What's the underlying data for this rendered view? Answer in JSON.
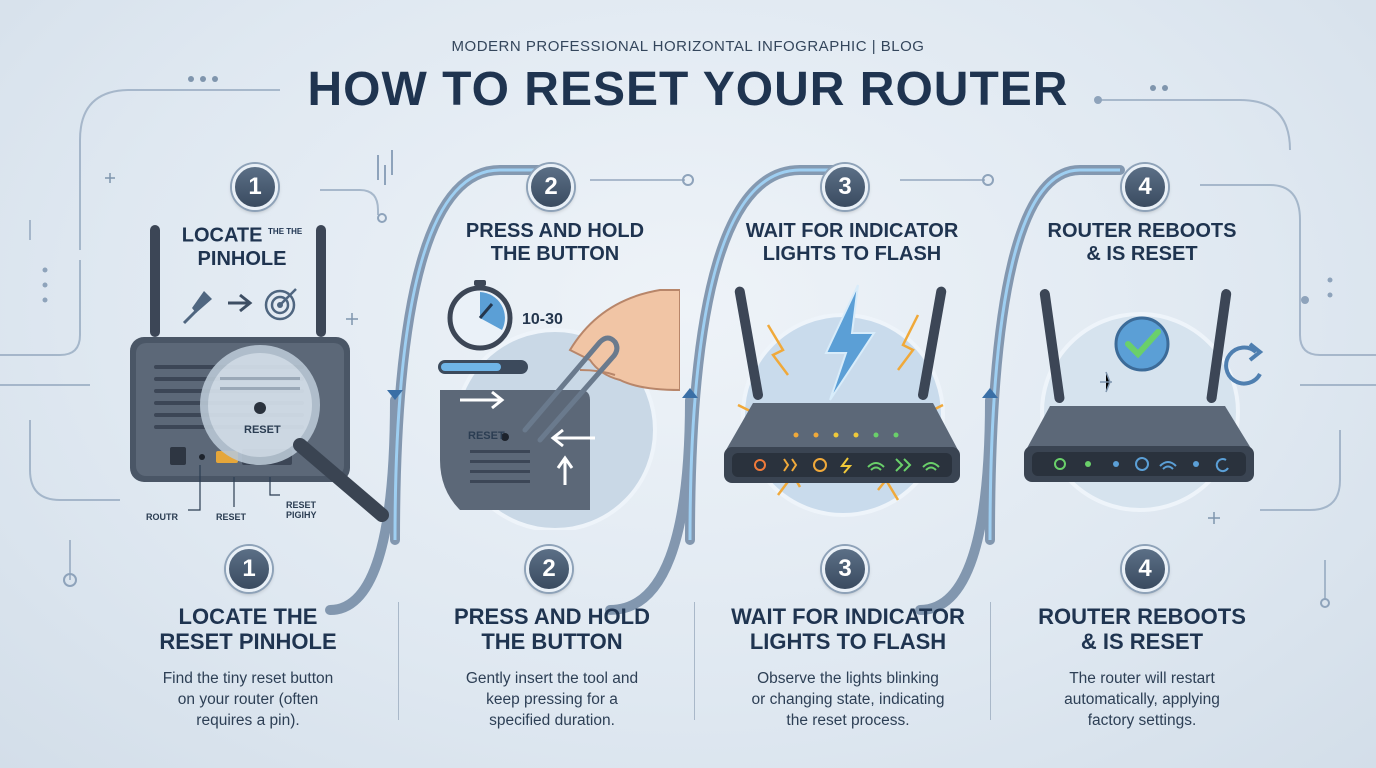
{
  "header": {
    "eyebrow": "MODERN PROFESSIONAL HORIZONTAL INFOGRAPHIC | BLOG",
    "title": "HOW TO RESET YOUR ROUTER"
  },
  "colors": {
    "accent": "#5b9fd6",
    "dark": "#1f3450",
    "badge": "#4a5c72"
  },
  "steps": [
    {
      "number": "1",
      "top_title_a": "LOCATE",
      "top_title_sup": "THE THE",
      "top_title_b": "PINHOLE",
      "bottom_title_a": "LOCATE THE",
      "bottom_title_b": "RESET PINHOLE",
      "desc_a": "Find the tiny reset button",
      "desc_b": "on your router (often",
      "desc_c": "requires a pin).",
      "labels": {
        "magnifier": "RESET",
        "routr": "ROUTR",
        "reset": "RESET",
        "reset_pighy_a": "RESET",
        "reset_pighy_b": "PIGIHY"
      },
      "icons": [
        "pushpin-icon",
        "arrow-right-icon",
        "target-icon"
      ]
    },
    {
      "number": "2",
      "top_title_a": "PRESS AND HOLD",
      "top_title_b": "THE BUTTON",
      "bottom_title_a": "PRESS AND HOLD",
      "bottom_title_b": "THE BUTTON",
      "desc_a": "Gently insert the tool and",
      "desc_b": "keep pressing for a",
      "desc_c": "specified duration.",
      "timer_label": "10-30",
      "reset_label": "RESET",
      "icons": [
        "stopwatch-icon",
        "hand-icon",
        "paperclip-icon"
      ]
    },
    {
      "number": "3",
      "top_title_a": "WAIT FOR INDICATOR",
      "top_title_b": "LIGHTS TO FLASH",
      "bottom_title_a": "WAIT FOR INDICATOR",
      "bottom_title_b": "LIGHTS TO FLASH",
      "desc_a": "Observe the lights blinking",
      "desc_b": "or changing state, indicating",
      "desc_c": "the reset process.",
      "icons": [
        "lightning-icon",
        "power-icon",
        "wifi-icon",
        "globe-icon"
      ]
    },
    {
      "number": "4",
      "top_title_a": "ROUTER REBOOTS",
      "top_title_b": "& IS RESET",
      "bottom_title_a": "ROUTER REBOOTS",
      "bottom_title_b": "& IS RESET",
      "desc_a": "The router will restart",
      "desc_b": "automatically, applying",
      "desc_c": "factory settings.",
      "icons": [
        "checkmark-icon",
        "refresh-icon",
        "power-icon",
        "wifi-icon"
      ]
    }
  ]
}
